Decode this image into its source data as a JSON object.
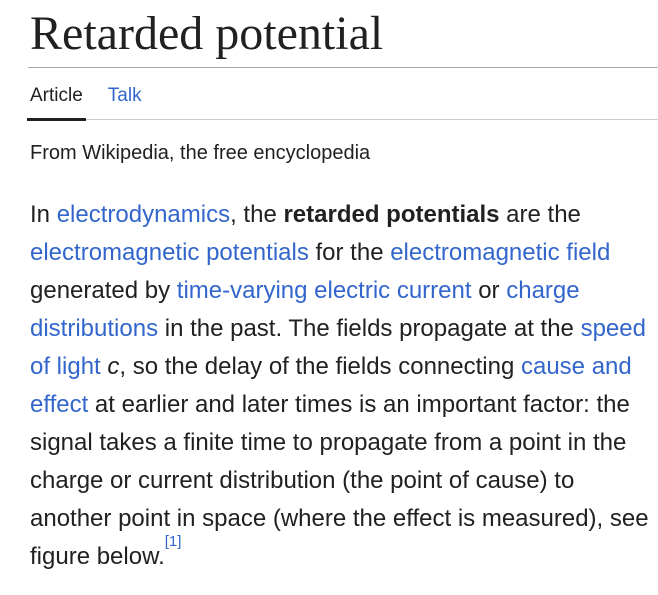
{
  "header": {
    "title": "Retarded potential",
    "tabs": [
      {
        "label": "Article",
        "active": true
      },
      {
        "label": "Talk",
        "active": false
      }
    ],
    "subtitle": "From Wikipedia, the free encyclopedia"
  },
  "colors": {
    "text": "#202122",
    "link": "#3366cc",
    "title_rule": "#a2a9b1",
    "tab_rule": "#c8ccd1",
    "active_tab_underline": "#202122"
  },
  "article": {
    "paragraph_lines": [
      [
        {
          "t": "In ",
          "k": "plain"
        },
        {
          "t": "electrodynamics",
          "k": "link"
        },
        {
          "t": ", the ",
          "k": "plain"
        },
        {
          "t": "retarded potentials",
          "k": "bold"
        },
        {
          "t": " are the",
          "k": "plain"
        }
      ],
      [
        {
          "t": "electromagnetic potentials",
          "k": "link"
        },
        {
          "t": " for the ",
          "k": "plain"
        },
        {
          "t": "electromagnetic field",
          "k": "link"
        }
      ],
      [
        {
          "t": "generated by ",
          "k": "plain"
        },
        {
          "t": "time-varying electric current",
          "k": "link"
        },
        {
          "t": " or ",
          "k": "plain"
        },
        {
          "t": "charge",
          "k": "link"
        }
      ],
      [
        {
          "t": "distributions",
          "k": "link"
        },
        {
          "t": " in the past. The fields propagate at the ",
          "k": "plain"
        },
        {
          "t": "speed",
          "k": "link"
        }
      ],
      [
        {
          "t": "of light",
          "k": "link"
        },
        {
          "t": " ",
          "k": "plain"
        },
        {
          "t": "c",
          "k": "italic"
        },
        {
          "t": ", so the delay of the fields connecting ",
          "k": "plain"
        },
        {
          "t": "cause and",
          "k": "link"
        }
      ],
      [
        {
          "t": "effect",
          "k": "link"
        },
        {
          "t": " at earlier and later times is an important factor: the",
          "k": "plain"
        }
      ],
      [
        {
          "t": "signal takes a finite time to propagate from a point in the",
          "k": "plain"
        }
      ],
      [
        {
          "t": "charge or current distribution (the point of cause) to",
          "k": "plain"
        }
      ],
      [
        {
          "t": "another point in space (where the effect is measured), see",
          "k": "plain"
        }
      ],
      [
        {
          "t": "figure below.",
          "k": "plain"
        },
        {
          "t": "[1]",
          "k": "ref"
        }
      ]
    ]
  }
}
